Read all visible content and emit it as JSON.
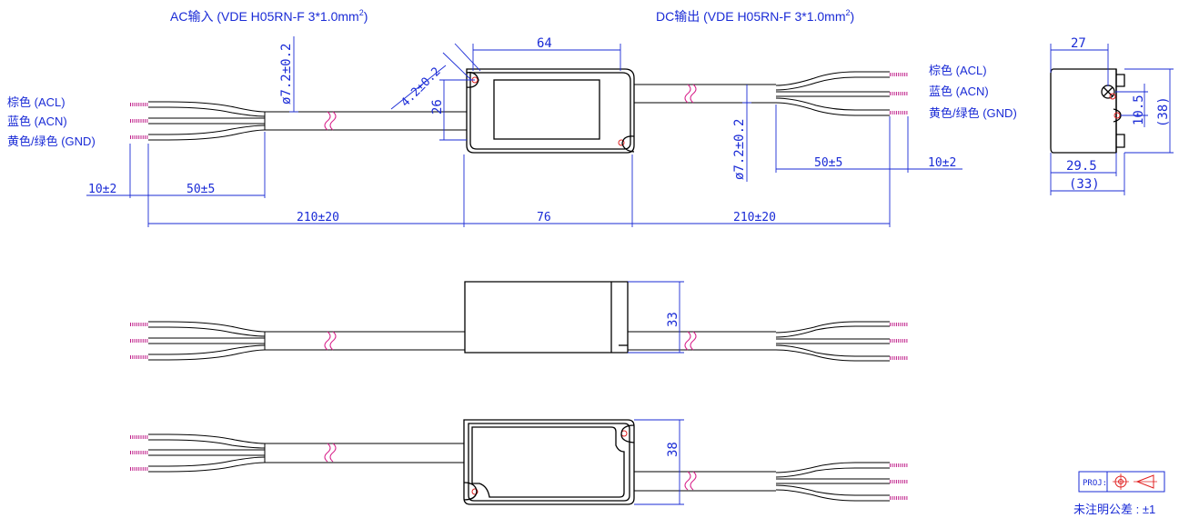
{
  "title_ac": "AC输入 (VDE H05RN-F 3*1.0mm",
  "title_ac_sup": "2",
  "title_ac_close": ")",
  "title_dc": "DC输出 (VDE H05RN-F 3*1.0mm",
  "title_dc_sup": "2",
  "title_dc_close": ")",
  "labels_left": [
    "棕色 (ACL)",
    "蓝色 (ACN)",
    "黄色/绿色 (GND)"
  ],
  "labels_right": [
    "棕色 (ACL)",
    "蓝色 (ACN)",
    "黄色/绿色 (GND)"
  ],
  "dims": {
    "d64": "64",
    "d72_left": "ø7.2±0.2",
    "d72_right": "ø7.2±0.2",
    "d42": "4.2±0.2",
    "d26": "26",
    "d10_left": "10±2",
    "d50_left": "50±5",
    "d210_left": "210±20",
    "d76": "76",
    "d210_right": "210±20",
    "d50_right": "50±5",
    "d10_right": "10±2",
    "d27": "27",
    "d105": "10.5",
    "d38p": "(38)",
    "d295": "29.5",
    "d33p": "(33)",
    "d33": "33",
    "d38": "38"
  },
  "proj_label": "PROJ:",
  "tolerance_note": "未注明公差 : ±1",
  "colors": {
    "dimension": "#1a2bd6",
    "wire_tip": "#c0208a",
    "outline": "#000000"
  }
}
